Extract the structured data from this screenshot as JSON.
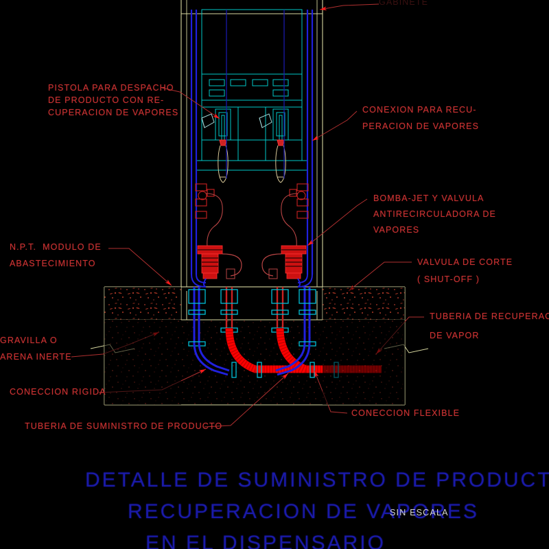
{
  "drawing": {
    "background_color": "#000000",
    "label_color": "#c83232",
    "title_color": "#1a1aa8",
    "cabinet_color": "#00c8c8",
    "outline_color": "#d8d8a0",
    "product_pipe_color": "#ff0000",
    "vapor_pipe_color": "#2020dd",
    "fitting_color": "#00b8c8",
    "concrete_hatch_color": "#a03030",
    "gravel_hatch_color": "#702020",
    "scale_text_color": "#d8d8d8"
  },
  "labels": {
    "top_cut": "GABINETE",
    "pistola": [
      "PISTOLA PARA DESPACHO",
      "DE PRODUCTO CON RE-",
      "CUPERACION DE VAPORES"
    ],
    "conexion_recuperacion": [
      "CONEXION PARA RECU-",
      "PERACION DE VAPORES"
    ],
    "bomba_jet": [
      "BOMBA-JET Y VALVULA",
      "ANTIRECIRCULADORA DE",
      "VAPORES"
    ],
    "npt": [
      "N.P.T.  MODULO DE",
      "ABASTECIMIENTO"
    ],
    "valvula_corte": [
      "VALVULA DE CORTE",
      "( SHUT-OFF )"
    ],
    "tuberia_recuperacion": [
      "TUBERIA DE RECUPERACION",
      "DE VAPOR"
    ],
    "gravilla": [
      "GRAVILLA O",
      "ARENA INERTE"
    ],
    "coneccion_rigida": [
      "CONECCION RIGIDA"
    ],
    "coneccion_flexible": [
      "CONECCION FLEXIBLE"
    ],
    "tuberia_suministro": [
      "TUBERIA DE SUMINISTRO DE PRODUCTO"
    ]
  },
  "title_block": {
    "line1": "DETALLE DE SUMINISTRO DE PRODUCTO Y",
    "line2": "RECUPERACION DE VAPORES",
    "line3": "EN EL DISPENSARIO",
    "scale": "SIN ESCALA"
  }
}
